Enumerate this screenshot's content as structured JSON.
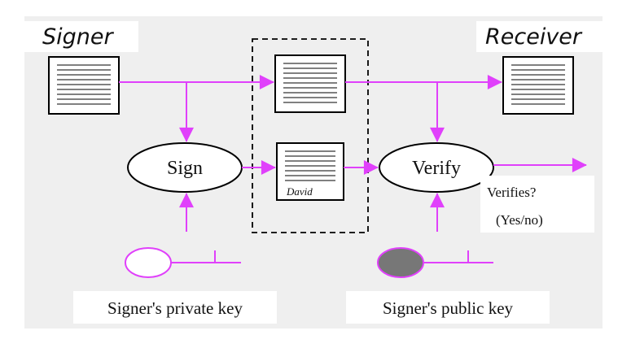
{
  "diagram": {
    "signer_label": "Signer",
    "receiver_label": "Receiver",
    "sign_label": "Sign",
    "verify_label": "Verify",
    "signature_name": "David",
    "verifies_label": "Verifies?",
    "result_label": "(Yes/no)",
    "private_key_label": "Signer's private key",
    "public_key_label": "Signer's public key"
  },
  "colors": {
    "arrow": "#e040fb",
    "panel": "#f2f2f2",
    "public_key_fill": "#777777",
    "ink": "#111111"
  }
}
